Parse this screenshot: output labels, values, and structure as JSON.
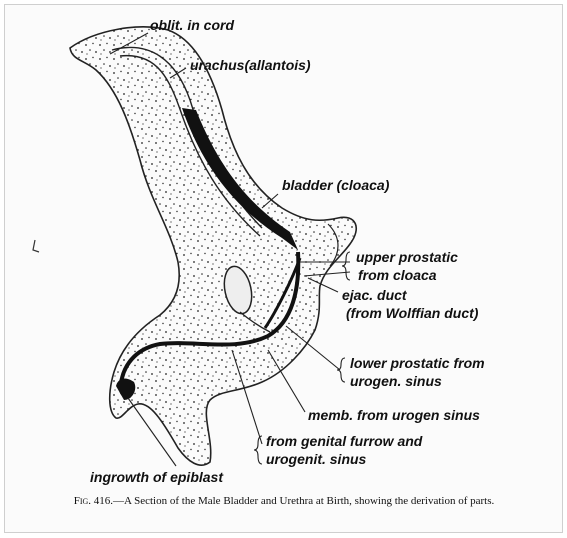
{
  "figure": {
    "labels": {
      "oblit": "oblit. in cord",
      "urachus": "urachus(allantois)",
      "bladder": "bladder (cloaca)",
      "upper_prostatic_1": "upper prostatic",
      "upper_prostatic_2": "from cloaca",
      "ejac_1": "ejac. duct",
      "ejac_2": "(from Wolffian duct)",
      "lower_prostatic_1": "lower prostatic from",
      "lower_prostatic_2": "urogen. sinus",
      "memb": "memb. from urogen sinus",
      "genital_1": "from genital furrow and",
      "genital_2": "urogenit. sinus",
      "ingrowth": "ingrowth of epiblast"
    },
    "caption": {
      "fig_number": "Fig. 416.",
      "text": "—A Section of the Male Bladder and Urethra at Birth, showing the derivation of parts."
    }
  }
}
